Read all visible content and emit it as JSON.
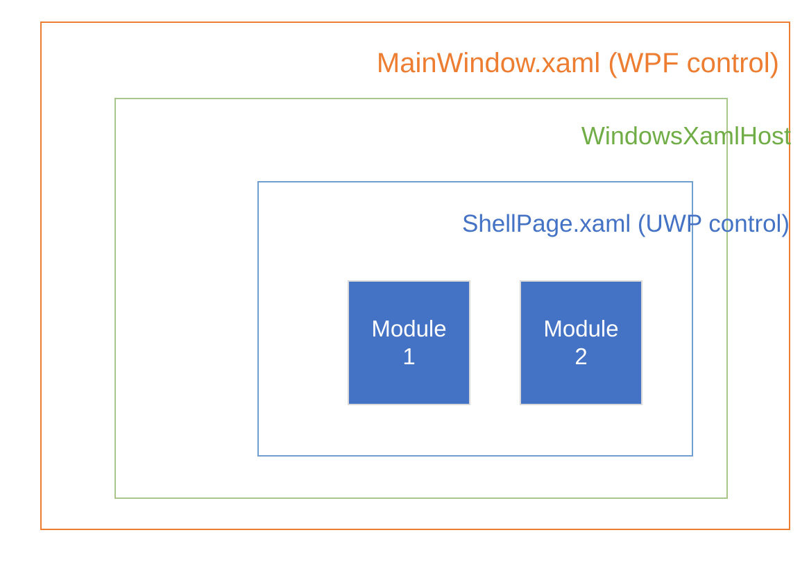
{
  "diagram": {
    "type": "nested-containers",
    "title": "WPF / XAML Island hosting hierarchy",
    "colors": {
      "outer_border": "#ED7D31",
      "outer_text": "#ED7D31",
      "middle_border": "#A9C68A",
      "middle_text": "#70AD47",
      "inner_border": "#6F9FD0",
      "inner_text": "#4472C4",
      "module_fill": "#4472C4",
      "module_border": "#D9D9D9",
      "module_text": "#FFFFFF",
      "background": "#FFFFFF"
    },
    "outer": {
      "label": "MainWindow.xaml (WPF control)"
    },
    "middle": {
      "label": "WindowsXamlHost"
    },
    "inner": {
      "label": "ShellPage.xaml (UWP control)"
    },
    "modules": [
      {
        "name": "Module",
        "number": "1"
      },
      {
        "name": "Module",
        "number": "2"
      }
    ]
  }
}
